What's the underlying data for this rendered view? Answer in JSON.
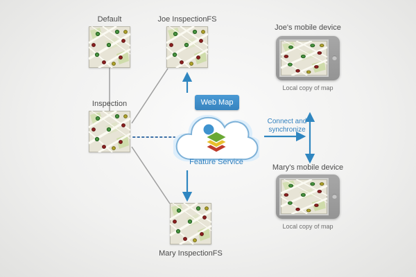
{
  "nodes": {
    "default_version": {
      "label": "Default"
    },
    "joe_inspection_fs": {
      "label": "Joe InspectionFS"
    },
    "inspection": {
      "label": "Inspection"
    },
    "mary_inspection_fs": {
      "label": "Mary InspectionFS"
    }
  },
  "service": {
    "web_map_label": "Web Map",
    "feature_service_label": "Feature Service"
  },
  "sync": {
    "label_line1": "Connect and",
    "label_line2": "synchronize"
  },
  "devices": {
    "joe": {
      "label": "Joe's mobile device",
      "caption": "Local copy of map"
    },
    "mary": {
      "label": "Mary's mobile device",
      "caption": "Local copy of map"
    }
  },
  "colors": {
    "accent_blue": "#2f86c0",
    "badge_blue": "#3e8fcc",
    "text_blue": "#2f7fbe",
    "line_gray": "#9e9e9e",
    "map_dot_green": "#4a9340",
    "map_dot_red": "#8d2020",
    "map_dot_yellow": "#b3a42c"
  }
}
